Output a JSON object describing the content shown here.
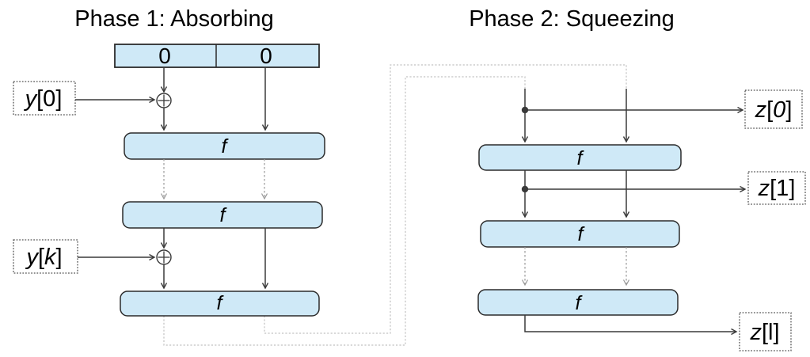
{
  "diagram": {
    "title_left": "Phase 1: Absorbing",
    "title_right": "Phase 2: Squeezing"
  },
  "state_box": {
    "left_value": "0",
    "right_value": "0"
  },
  "f_label": "f",
  "io_labels": {
    "y0": {
      "var": "y",
      "open": "[",
      "index": "0",
      "close": "]"
    },
    "yk": {
      "var": "y",
      "open": "[",
      "index": "k",
      "close": "]"
    },
    "z0": {
      "var": "z",
      "open": "[",
      "index": "0",
      "close": "]"
    },
    "z1": {
      "var": "z",
      "open": "[",
      "index": "1",
      "close": "]"
    },
    "zl": {
      "var": "z",
      "open": "[",
      "index": "l",
      "close": "]"
    }
  },
  "icons": {
    "xor": "circle-plus-xor",
    "branch": "filled-dot",
    "arrowhead": "open-v-arrow"
  },
  "colors": {
    "background": "#ffffff",
    "text": "#000000",
    "line": "#3a3a3a",
    "dash": "#999999",
    "feedback": "#c2c2c2",
    "box-fill": "#cfe9f7",
    "box-stroke": "#2b2b2b",
    "label-border": "#555555"
  }
}
